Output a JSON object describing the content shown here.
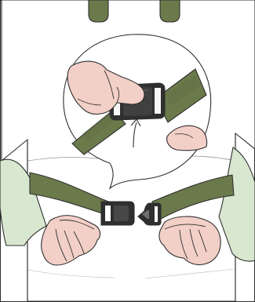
{
  "illustration": {
    "subject": "buckle-fastening-diagram",
    "colors": {
      "background": "#ffffff",
      "outline": "#2f2f2f",
      "strap": "#6b7a4b",
      "strap_dark": "#59673e",
      "skin": "#f2cfc7",
      "skin_shadow": "#e3b2a8",
      "sleeve": "#d8e7cf",
      "buckle": "#2f2f2f",
      "buckle_highlight": "#6f6f6f",
      "bubble_fill": "#ffffff"
    },
    "elements": [
      "shoulder-straps",
      "body-garment",
      "zoom-bubble",
      "zoom-buckle-closed",
      "zoom-press-finger",
      "motion-arrow",
      "waist-strap-left",
      "waist-strap-right",
      "female-buckle-part",
      "male-buckle-part",
      "left-hand",
      "right-hand",
      "left-sleeve",
      "right-sleeve"
    ]
  }
}
